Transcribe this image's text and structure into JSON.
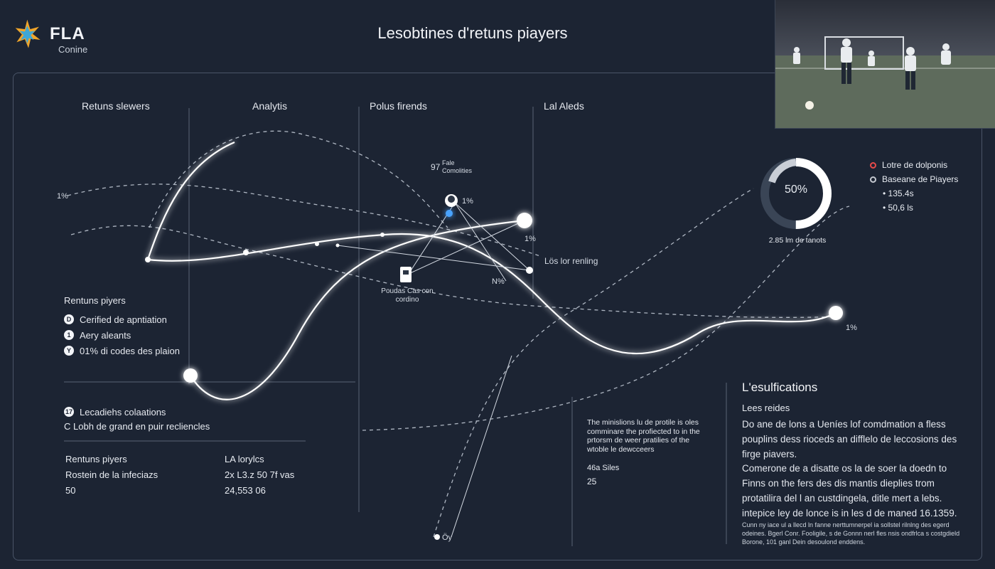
{
  "header": {
    "logo_text": "FLA",
    "logo_sub": "Conine",
    "title": "Lesobtines d'retuns piayers"
  },
  "columns": [
    "Retuns slewers",
    "Analytis",
    "Polus firends",
    "Lal Aleds"
  ],
  "annotations": {
    "left_pct": "1%",
    "right_pct_1": "1%",
    "right_pct_2": "1%",
    "mid_pct": "1%",
    "node_label_top": "97",
    "node_label_top_text": "Fale Comolities",
    "node_label_box": "Poudas Cas con cordino",
    "lower_renting": "Lös lor renling",
    "n_label": "N%",
    "bottom_label": "Öy"
  },
  "left_legend": {
    "title": "Rentuns piyers",
    "items": [
      {
        "num": "D",
        "label": "Cerified de apntiation"
      },
      {
        "num": "1",
        "label": "Aery aleants"
      },
      {
        "num": "Y",
        "label": "01% di codes des plaion"
      }
    ]
  },
  "lower_left": {
    "num": "17",
    "line1": "Lecadiehs colaations",
    "line2": "C Lobh de grand en puir recliencles"
  },
  "stats_table": {
    "rows": [
      {
        "a": "Rentuns piyers",
        "b": "LA lorylcs"
      },
      {
        "a": "Rostein de la infeciazs",
        "b": "2x L3.z 50 7f vas"
      },
      {
        "a": "50",
        "b": "24,553 06"
      }
    ]
  },
  "middle_text": {
    "para": "The minislions lu de protile is oles comminare the profiected to in the prtorsm de weer pratilies of the wtoble le dewcceers",
    "label": "46a Siles",
    "value": "25"
  },
  "donut": {
    "percent": 50,
    "label": "50%",
    "caption": "2.85 lm de tanots"
  },
  "right_legend": {
    "items": [
      {
        "label": "Lotre de dolponis",
        "color": "#e84a4a"
      },
      {
        "label": "Baseane de Piayers",
        "color": "#c4c8cf"
      }
    ],
    "values": [
      "135.4s",
      "50,6 ls"
    ]
  },
  "right_text": {
    "heading": "L'esulfications",
    "subheading": "Lees reides",
    "para1": "Do ane de lons a Ueníes lof comdmation a fless pouplins dess rioceds an difflelo de leccosions des firge piavers.",
    "para2": "Comerone de a disatte os la de soer la doedn to Finns on the fers des dis mantis dieplies trom protatilira del l an custdingela, ditle mert a lebs. intepice ley de lonce is in les d de maned 16.1359.",
    "fine": "Cunn ny iace ul a llecd ln fanne nerttumnerpel ia sollstel rilnlng des egerd odeines. Bgerl Conr. Fooligile, s de Gonnn nerl fles nsis ondfrlca s costgdield Borone, 101 ganl Dein desoulond enddens."
  },
  "colors": {
    "background": "#1c2433",
    "line": "#ffffff",
    "accent_red": "#e84a4a"
  }
}
